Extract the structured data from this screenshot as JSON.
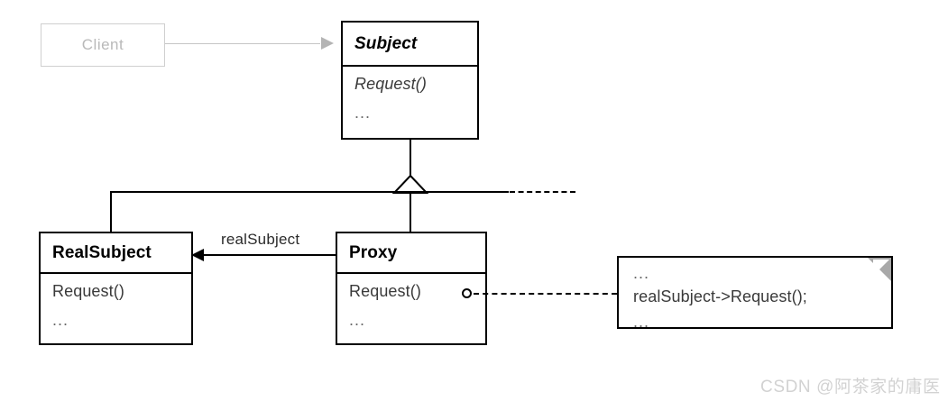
{
  "diagram": {
    "title": "Proxy design pattern UML class diagram",
    "colors": {
      "stroke": "#000000",
      "faded_stroke": "#c6c6c6",
      "faded_text": "#b9b9b9",
      "note_fold": "#a8a8a8",
      "watermark": "#d2d2d2",
      "background": "#ffffff"
    }
  },
  "client": {
    "label": "Client"
  },
  "subject": {
    "name": "Subject",
    "operations": [
      "Request()",
      "..."
    ]
  },
  "real_subject": {
    "name": "RealSubject",
    "operations": [
      "Request()",
      "..."
    ]
  },
  "proxy": {
    "name": "Proxy",
    "operations": [
      "Request()",
      "..."
    ]
  },
  "association": {
    "label": "realSubject"
  },
  "note": {
    "lines": [
      "...",
      "realSubject->Request();",
      "..."
    ]
  },
  "watermark": {
    "text": "CSDN @阿茶家的庸医"
  }
}
